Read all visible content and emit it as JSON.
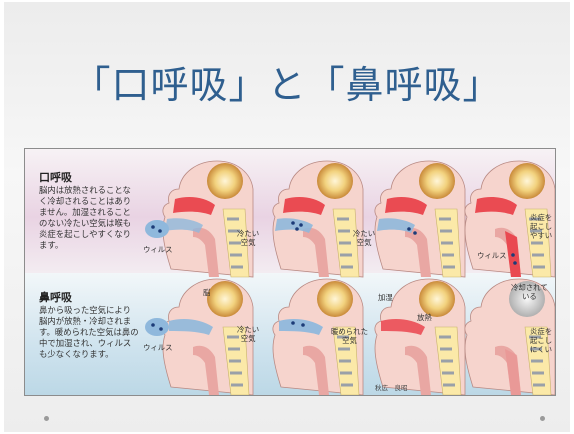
{
  "slide": {
    "title": "「口呼吸」と「鼻呼吸」"
  },
  "mouth": {
    "heading": "口呼吸",
    "description": "脳内は放熱されることなく冷却されることはありません。加湿されることのない冷たい空気は喉も炎症を起こしやすくなります。",
    "label_virus_1": "ウィルス",
    "label_cold_air_1": "冷たい\n空気",
    "label_cold_air_2": "冷たい\n空気",
    "label_inflammation": "炎症を\n起こし\nやすい",
    "label_virus_2": "ウィルス"
  },
  "nose": {
    "heading": "鼻呼吸",
    "description": "鼻から吸った空気により脳内が放熱・冷却されます。暖められた空気は鼻の中で加湿され、ウィルスも少なくなります。",
    "label_brain": "脳",
    "label_virus": "ウィルス",
    "label_cold_air": "冷たい\n空気",
    "label_warmed_air": "暖められた\n空気",
    "label_humidify": "加湿",
    "label_heat_release": "放熱",
    "label_cooled": "冷却されて\nいる",
    "label_inflammation": "炎症を\n起こし\nにくい"
  },
  "credit": "秋広　良昭",
  "colors": {
    "title": "#2f5f8f",
    "top_row_bg": "#e9d3e3",
    "bottom_row_bg": "#cfe3ee",
    "skin": "#f4c9c2",
    "inflamed": "#e8323c",
    "air": "#8fb8dc"
  }
}
